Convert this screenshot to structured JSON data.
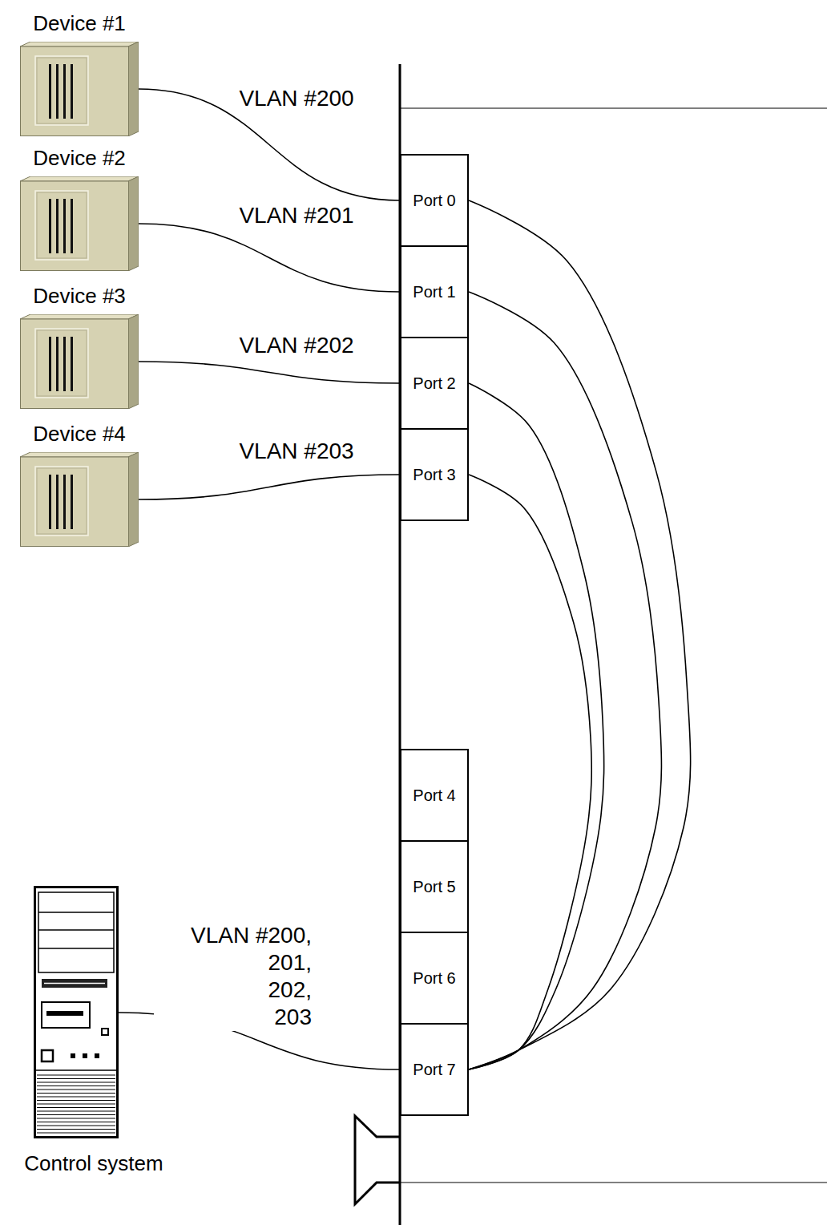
{
  "diagram": {
    "nodes": [
      {
        "text": [
          "Device #1"
        ]
      },
      {
        "text": [
          "Device #2"
        ]
      },
      {
        "text": [
          "Device #3"
        ]
      },
      {
        "text": [
          "Device #4"
        ]
      },
      {
        "text": [
          "Port 0"
        ]
      },
      {
        "text": [
          "Port 1"
        ]
      },
      {
        "text": [
          "Port 2"
        ]
      },
      {
        "text": [
          "Port 3"
        ]
      },
      {
        "text": [
          "Port 4"
        ]
      },
      {
        "text": [
          "Port 5"
        ]
      },
      {
        "text": [
          "Port 6"
        ]
      },
      {
        "text": [
          "Port 7"
        ]
      },
      {
        "text": [
          "Control system"
        ]
      }
    ],
    "edges": [
      {
        "from": 0,
        "to": 4,
        "label": "VLAN #200",
        "arrow": "none"
      },
      {
        "from": 1,
        "to": 5,
        "label": "VLAN #201",
        "arrow": "none"
      },
      {
        "from": 2,
        "to": 6,
        "label": "VLAN #202",
        "arrow": "none"
      },
      {
        "from": 3,
        "to": 7,
        "label": "VLAN #203",
        "arrow": "none"
      },
      {
        "from": 12,
        "to": 11,
        "label": "VLAN #200, 201, 202, 203",
        "arrow": "none"
      },
      {
        "from": 4,
        "to": 11,
        "arrow": "none"
      },
      {
        "from": 5,
        "to": 11,
        "arrow": "none"
      },
      {
        "from": 6,
        "to": 11,
        "arrow": "none"
      },
      {
        "from": 7,
        "to": 11,
        "arrow": "none"
      }
    ]
  }
}
